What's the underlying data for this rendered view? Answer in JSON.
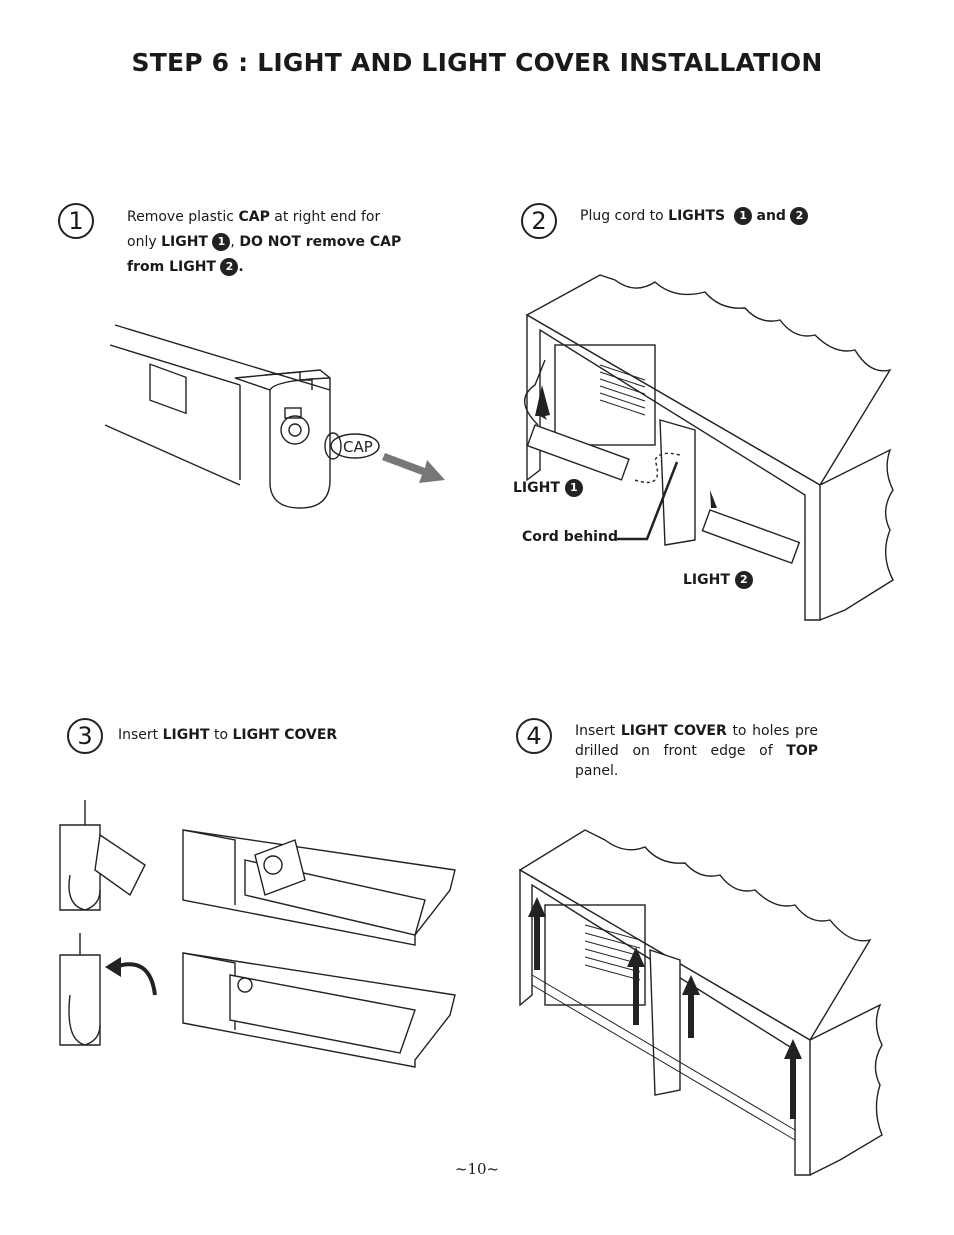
{
  "title": "STEP 6 : LIGHT AND LIGHT COVER  INSTALLATION",
  "steps": [
    {
      "number": "1",
      "text": {
        "a": "Remove plastic ",
        "b": "CAP",
        "c": " at right end for",
        "d": "only ",
        "e": "LIGHT",
        "f": "1",
        "g": ", ",
        "h": "DO NOT remove CAP",
        "i": "from LIGHT",
        "j": "2",
        "k": "."
      }
    },
    {
      "number": "2",
      "text": {
        "a": "Plug cord to ",
        "b": "LIGHTS",
        "c": "1",
        "d": "and",
        "e": "2"
      }
    },
    {
      "number": "3",
      "text": {
        "a": "Insert ",
        "b": "LIGHT",
        "c": " to ",
        "d": "LIGHT COVER"
      }
    },
    {
      "number": "4",
      "text": {
        "a": "Insert ",
        "b": "LIGHT COVER",
        "c": " to holes pre",
        "d": "drilled on front edge of ",
        "e": "TOP",
        "f": " panel."
      }
    }
  ],
  "figure1": {
    "cap_label": "CAP"
  },
  "figure2": {
    "light1_label": "LIGHT",
    "light1_num": "1",
    "cord_label": "Cord behind",
    "light2_label": "LIGHT",
    "light2_num": "2"
  },
  "footer": "~10~"
}
